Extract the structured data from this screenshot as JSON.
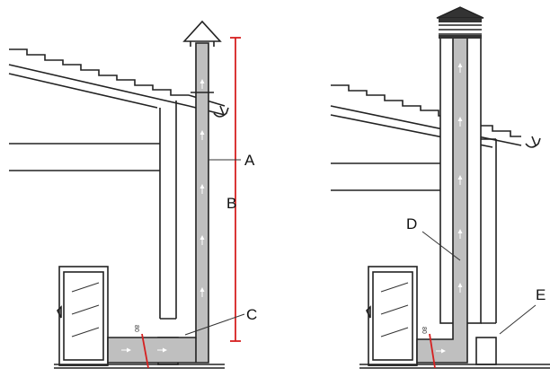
{
  "labels": {
    "a": "A",
    "b": "B",
    "c": "C",
    "d": "D",
    "e": "E"
  },
  "pipe_marks": {
    "left": "80",
    "right": "80"
  },
  "colors": {
    "pipe_fill": "#bfbfbf",
    "outline": "#222222",
    "measure_red": "#d62020",
    "flow_arrow": "#ffffff"
  },
  "icons": {
    "rain_cap": "chimney-cone-cap-icon",
    "cowl_cap": "chimney-cowl-cap-icon",
    "flow": "up-arrow-icon",
    "stove": "stove-icon"
  }
}
